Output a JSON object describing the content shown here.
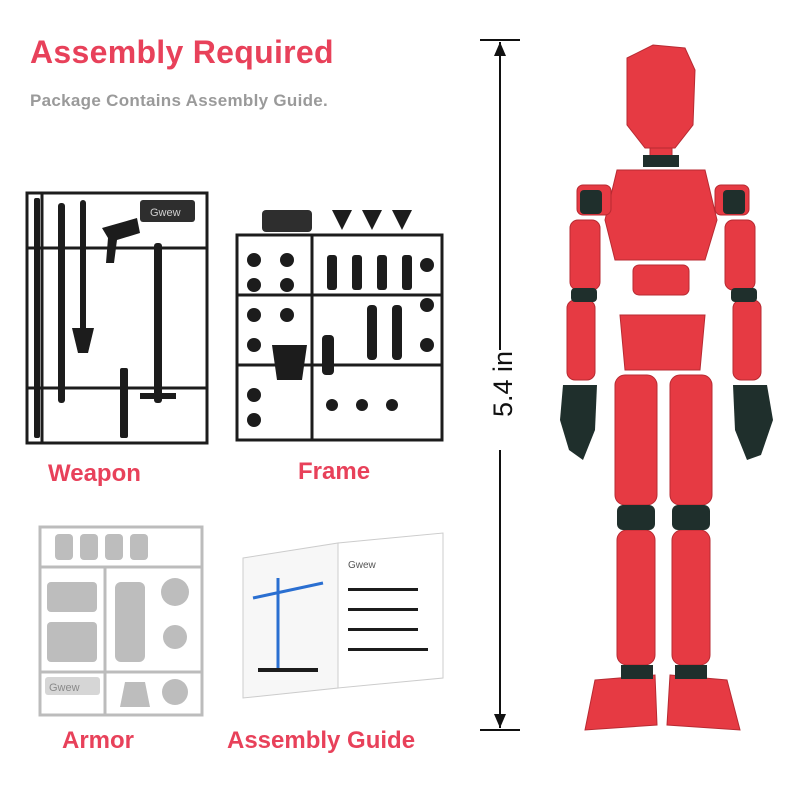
{
  "headline": "Assembly Required",
  "subline": "Package Contains Assembly Guide.",
  "parts": {
    "weapon": "Weapon",
    "frame": "Frame",
    "armor": "Armor",
    "guide": "Assembly Guide"
  },
  "dimension": {
    "height_label": "5.4 in"
  },
  "sprue_brand": "Gwew",
  "colors": {
    "accent": "#e8415a",
    "subtext": "#9a9a9a",
    "figure_red": "#e63a43",
    "figure_dark": "#1f2f2c",
    "sprue_dark": "#1c1c1c",
    "sprue_gray": "#bcbcbc"
  }
}
